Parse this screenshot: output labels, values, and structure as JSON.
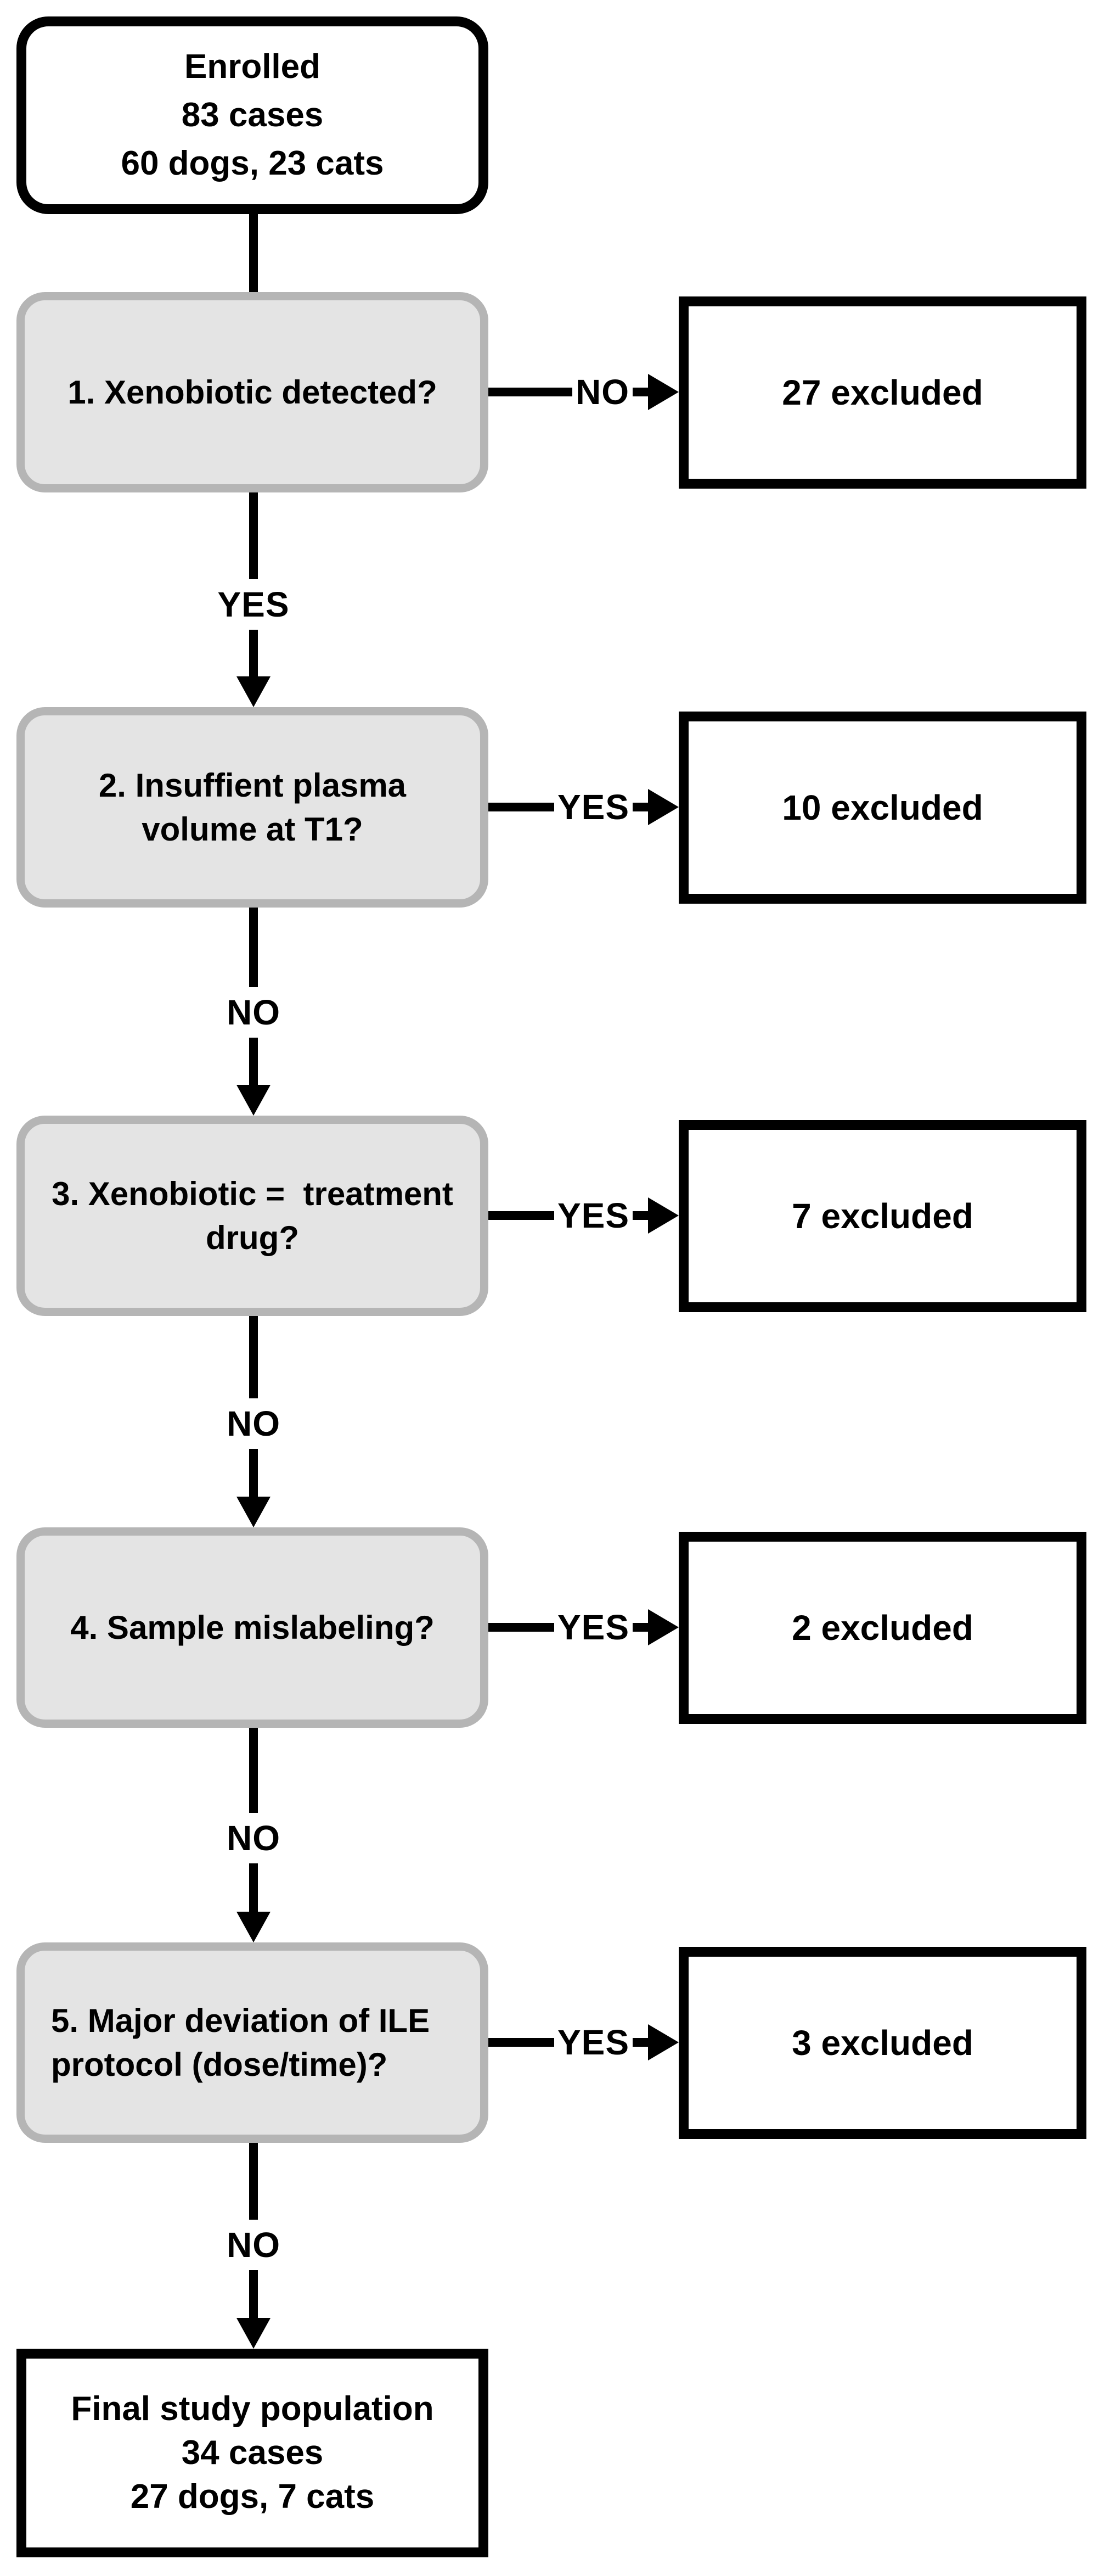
{
  "diagram": {
    "start": {
      "lines": [
        "Enrolled",
        "83 cases",
        "60 dogs, 23 cats"
      ]
    },
    "steps": [
      {
        "question_lines": [
          "1. Xenobiotic detected?",
          ""
        ],
        "branch_label": "NO",
        "excluded": "27 excluded",
        "next_label": "YES"
      },
      {
        "question_lines": [
          "2. Insuffient plasma",
          "volume at T1?"
        ],
        "branch_label": "YES",
        "excluded": "10 excluded",
        "next_label": "NO"
      },
      {
        "question_lines": [
          "3. Xenobiotic =  treatment",
          "drug?"
        ],
        "branch_label": "YES",
        "excluded": "7 excluded",
        "next_label": "NO"
      },
      {
        "question_lines": [
          "4. Sample mislabeling?",
          ""
        ],
        "branch_label": "YES",
        "excluded": "2 excluded",
        "next_label": "NO"
      },
      {
        "question_lines": [
          "5. Major deviation of ILE",
          "protocol (dose/time)?"
        ],
        "branch_label": "YES",
        "excluded": "3 excluded",
        "next_label": "NO"
      }
    ],
    "final": {
      "lines": [
        "Final study population",
        "34 cases",
        "27 dogs, 7 cats"
      ]
    },
    "colors": {
      "background": "#ffffff",
      "decision_box_fill": "#e4e4e4",
      "decision_box_border": "#b5b5b5",
      "line_color": "#000000"
    }
  }
}
